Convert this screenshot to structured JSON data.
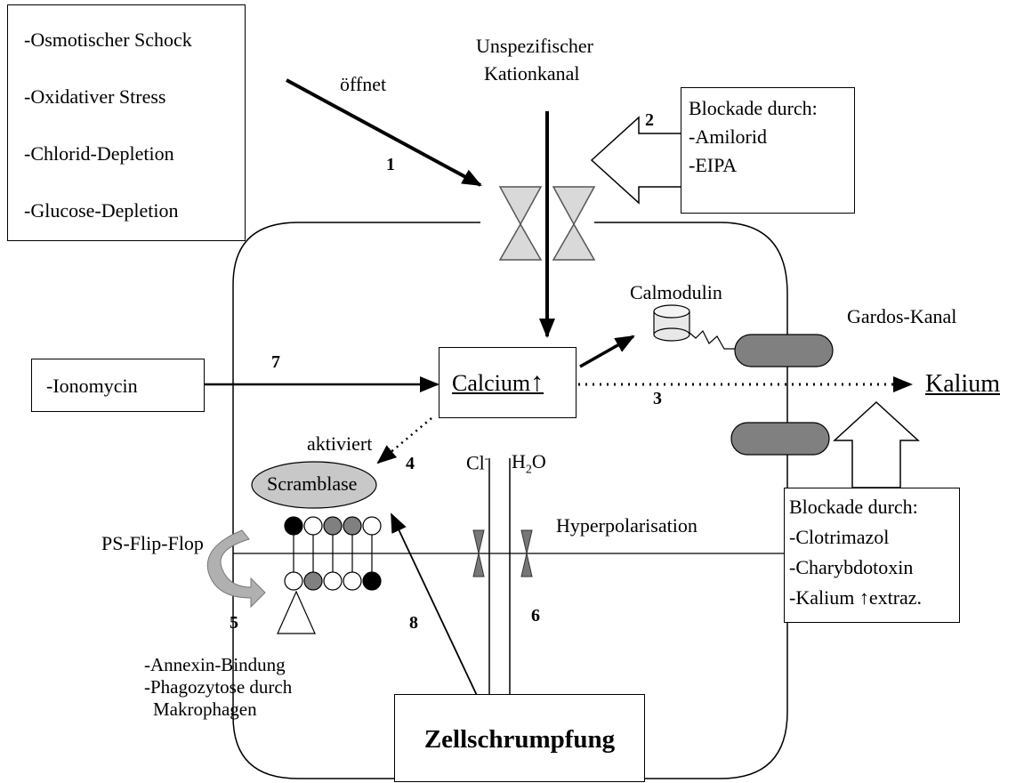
{
  "stimuli": [
    "-Osmotischer Schock",
    "-Oxidativer Stress",
    "-Chlorid-Depletion",
    "-Glucose-Depletion"
  ],
  "blockade_cation": {
    "title": "Blockade durch:",
    "items": [
      "-Amilorid",
      "-EIPA"
    ]
  },
  "ionomycin": "-Ionomycin",
  "calcium": {
    "label": "Calcium"
  },
  "blockade_gardos": {
    "title": "Blockade durch:",
    "items": [
      "-Clotrimazol",
      "-Charybdotoxin"
    ],
    "items_3_prefix": "-Kalium ",
    "items_3_suffix": "extraz."
  },
  "shrinkage": "Zellschrumpfung",
  "labels": {
    "oeffnet": "öffnet",
    "channel_line1": "Unspezifischer",
    "channel_line2": "Kationkanal",
    "calmodulin": "Calmodulin",
    "gardos": "Gardos-Kanal",
    "kalium": "Kalium",
    "aktiviert": "aktiviert",
    "ps_flip_flop": "PS-Flip-Flop",
    "hyperpolarisation": "Hyperpolarisation",
    "scramblase": "Scramblase",
    "chloride": "Cl",
    "chloride_charge": "-",
    "water_h": "H",
    "water_sub": "2",
    "water_o": "O",
    "effects": [
      "-Annexin-Bindung",
      "-Phagozytose durch",
      "Makrophagen"
    ]
  },
  "numbers": {
    "n1": "1",
    "n2": "2",
    "n3": "3",
    "n4": "4",
    "n5": "5",
    "n6": "6",
    "n7": "7",
    "n8": "8"
  },
  "colors": {
    "background": "#ffffff",
    "ink": "#000000",
    "gardos_channel": "#808080",
    "scramblase": "#c8c8c8",
    "channel_fill": "#d9d9d9"
  },
  "icons": [
    "cation-channel-icon",
    "calmodulin-icon",
    "scramblase-icon",
    "flip-flop-arrow-icon",
    "annexin-icon",
    "chloride-water-channel-icon"
  ]
}
